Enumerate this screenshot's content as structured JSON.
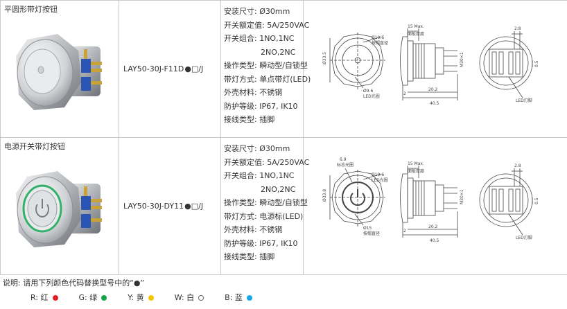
{
  "products": [
    {
      "name": "平圆形带灯按钮",
      "model": "LAY50-30J-F11D",
      "model_symbols": "●□/J",
      "specs": {
        "mount_size": "安装尺寸: Ø30mm",
        "rating": "开关额定值: 5A/250VAC",
        "contacts_1": "开关组合: 1NO,1NC",
        "contacts_2": "2NO,2NC",
        "operation": "操作类型: 瞬动型/自锁型",
        "light": "带灯方式: 单点带灯(LED)",
        "housing": "外壳材料: 不锈钢",
        "protection": "防护等级: IP67, IK10",
        "wiring": "接线类型: 插脚"
      },
      "drawing": {
        "dim_cap": "Ø19.6",
        "label_cap": "按帽直径",
        "dim_max": "15 Max.",
        "label_panel": "面板厚度",
        "dim_head": "Ø33.5",
        "dim_led": "Ø9.6",
        "label_led": "LED光圈",
        "dim_20": "20.2",
        "dim_40": "40.5",
        "dim_2": "2",
        "dim_thread": "M30×1",
        "dim_28": "2.8",
        "dim_05": "0.5",
        "label_led_lamp": "LED灯脚"
      }
    },
    {
      "name": "电源开关带灯按钮",
      "model": "LAY50-30J-DY11",
      "model_symbols": "●□/J",
      "specs": {
        "mount_size": "安装尺寸: Ø30mm",
        "rating": "开关额定值: 5A/250VAC",
        "contacts_1": "开关组合: 1NO,1NC",
        "contacts_2": "2NO,2NC",
        "operation": "操作类型: 瞬动型/自锁型",
        "light": "带灯方式: 电源标(LED)",
        "housing": "外壳材料: 不锈钢",
        "protection": "防护等级: IP67, IK10",
        "wiring": "接线类型: 插脚"
      },
      "drawing": {
        "dim_69": "6.9",
        "label_symbol": "标志光圈",
        "dim_cap": "Ø19.6",
        "label_led": "LED光圈",
        "dim_max": "15 Max.",
        "label_panel": "面板厚度",
        "dim_head": "Ø33.8",
        "dim_15": "Ø15",
        "label_cap": "按帽直径",
        "dim_20": "20.2",
        "dim_40": "40.5",
        "dim_2": "2",
        "dim_thread": "M30×1",
        "dim_28": "2.8",
        "dim_05": "0.5",
        "label_led_lamp": "LED灯脚"
      }
    }
  ],
  "note": {
    "title": "说明: 请用下列颜色代码替换型号中的“●”",
    "codes": [
      {
        "label": "R: 红",
        "color": "#e0202a"
      },
      {
        "label": "G: 绿",
        "color": "#17a14a"
      },
      {
        "label": "Y: 黄",
        "color": "#f5c400"
      },
      {
        "label": "W: 白",
        "color": "#ffffff"
      },
      {
        "label": "B: 蓝",
        "color": "#1aa7e8"
      }
    ]
  }
}
